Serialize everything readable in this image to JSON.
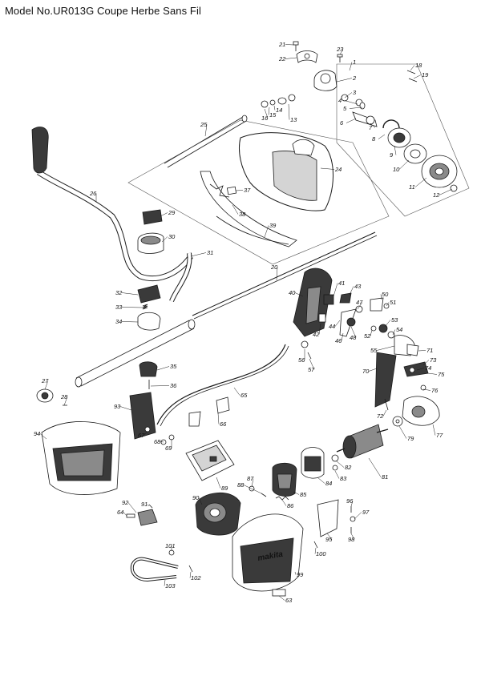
{
  "title": "Model No.UR013G Coupe Herbe Sans Fil",
  "parts": [
    {
      "num": "1"
    },
    {
      "num": "2"
    },
    {
      "num": "3"
    },
    {
      "num": "4"
    },
    {
      "num": "5"
    },
    {
      "num": "6"
    },
    {
      "num": "7"
    },
    {
      "num": "8"
    },
    {
      "num": "9"
    },
    {
      "num": "10"
    },
    {
      "num": "11"
    },
    {
      "num": "12"
    },
    {
      "num": "13"
    },
    {
      "num": "14"
    },
    {
      "num": "15"
    },
    {
      "num": "16"
    },
    {
      "num": "18"
    },
    {
      "num": "19"
    },
    {
      "num": "20"
    },
    {
      "num": "21"
    },
    {
      "num": "22"
    },
    {
      "num": "23"
    },
    {
      "num": "24"
    },
    {
      "num": "25"
    },
    {
      "num": "26"
    },
    {
      "num": "27"
    },
    {
      "num": "28"
    },
    {
      "num": "29"
    },
    {
      "num": "30"
    },
    {
      "num": "31"
    },
    {
      "num": "32"
    },
    {
      "num": "33"
    },
    {
      "num": "34"
    },
    {
      "num": "35"
    },
    {
      "num": "36"
    },
    {
      "num": "37"
    },
    {
      "num": "38"
    },
    {
      "num": "39"
    },
    {
      "num": "40"
    },
    {
      "num": "41"
    },
    {
      "num": "42"
    },
    {
      "num": "43"
    },
    {
      "num": "44"
    },
    {
      "num": "46"
    },
    {
      "num": "47"
    },
    {
      "num": "48"
    },
    {
      "num": "50"
    },
    {
      "num": "51"
    },
    {
      "num": "52"
    },
    {
      "num": "53"
    },
    {
      "num": "54"
    },
    {
      "num": "55"
    },
    {
      "num": "56"
    },
    {
      "num": "57"
    },
    {
      "num": "63"
    },
    {
      "num": "64"
    },
    {
      "num": "65"
    },
    {
      "num": "66"
    },
    {
      "num": "67"
    },
    {
      "num": "68"
    },
    {
      "num": "69"
    },
    {
      "num": "70"
    },
    {
      "num": "71"
    },
    {
      "num": "72"
    },
    {
      "num": "73"
    },
    {
      "num": "74"
    },
    {
      "num": "75"
    },
    {
      "num": "76"
    },
    {
      "num": "77"
    },
    {
      "num": "79"
    },
    {
      "num": "81"
    },
    {
      "num": "82"
    },
    {
      "num": "83"
    },
    {
      "num": "84"
    },
    {
      "num": "85"
    },
    {
      "num": "86"
    },
    {
      "num": "87"
    },
    {
      "num": "88"
    },
    {
      "num": "89"
    },
    {
      "num": "90"
    },
    {
      "num": "91"
    },
    {
      "num": "92"
    },
    {
      "num": "93"
    },
    {
      "num": "94"
    },
    {
      "num": "95"
    },
    {
      "num": "96"
    },
    {
      "num": "97"
    },
    {
      "num": "98"
    },
    {
      "num": "99"
    },
    {
      "num": "100"
    },
    {
      "num": "101"
    },
    {
      "num": "102"
    },
    {
      "num": "103"
    }
  ],
  "logo_text": "makita",
  "colors": {
    "line": "#1a1a1a",
    "fill": "#ffffff",
    "dark": "#3a3a3a",
    "mid": "#8a8a8a",
    "light": "#d4d4d4"
  }
}
